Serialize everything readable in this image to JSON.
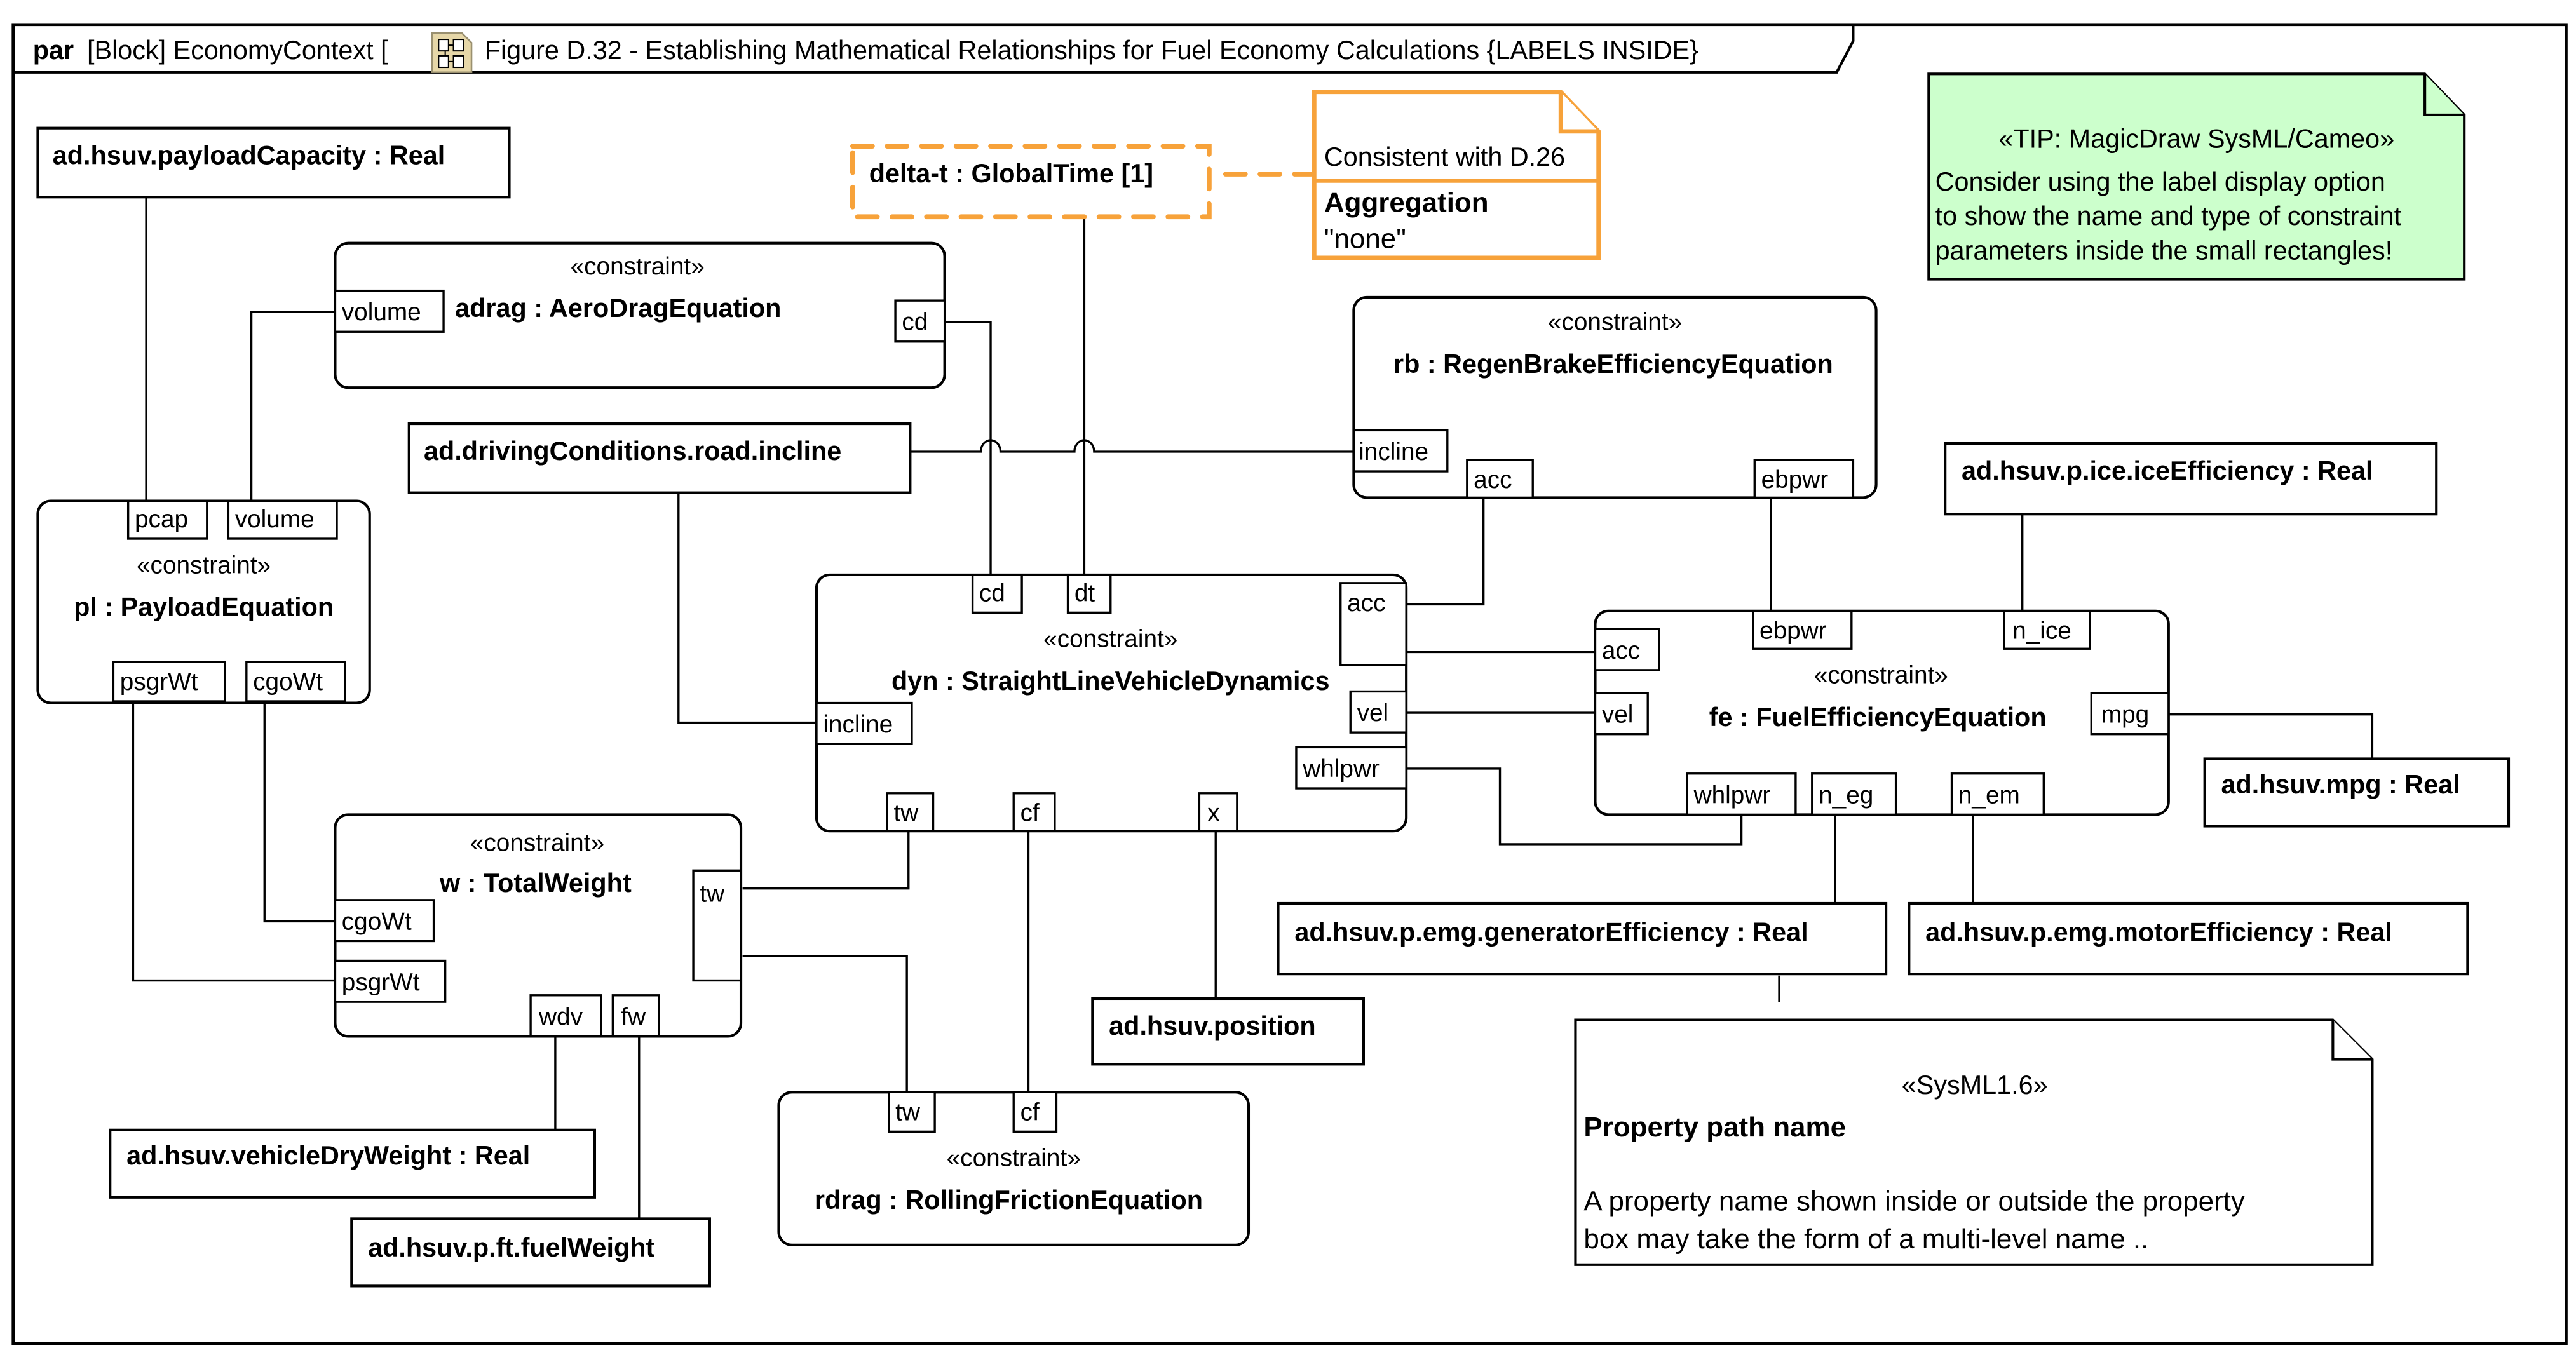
{
  "frame": {
    "kind": "par",
    "header_rest": "[Block] EconomyContext [",
    "diagram_icon": "parametric-diagram-icon",
    "title": "Figure D.32 - Establishing Mathematical Relationships for Fuel Economy Calculations {LABELS INSIDE}",
    "header_close": "]"
  },
  "colors": {
    "orange_accent": "#f7a23a",
    "tip_note_fill": "#ccffcc",
    "line": "#000000",
    "background": "#ffffff"
  },
  "stereotype_constraint": "«constraint»",
  "properties": {
    "payloadCapacity": "ad.hsuv.payloadCapacity : Real",
    "incline": "ad.drivingConditions.road.incline",
    "iceEfficiency": "ad.hsuv.p.ice.iceEfficiency : Real",
    "mpg": "ad.hsuv.mpg : Real",
    "generatorEfficiency": "ad.hsuv.p.emg.generatorEfficiency : Real",
    "motorEfficiency": "ad.hsuv.p.emg.motorEfficiency : Real",
    "position": "ad.hsuv.position",
    "vehicleDryWeight": "ad.hsuv.vehicleDryWeight : Real",
    "fuelWeight": "ad.hsuv.p.ft.fuelWeight",
    "deltaT": "delta-t : GlobalTime [1]"
  },
  "constraints": {
    "adrag": {
      "name": "adrag : AeroDragEquation",
      "params": {
        "volume": "volume",
        "cd": "cd"
      }
    },
    "rb": {
      "name": "rb : RegenBrakeEfficiencyEquation",
      "params": {
        "incline": "incline",
        "acc": "acc",
        "ebpwr": "ebpwr"
      }
    },
    "pl": {
      "name": "pl : PayloadEquation",
      "params": {
        "pcap": "pcap",
        "volume": "volume",
        "psgrWt": "psgrWt",
        "cgoWt": "cgoWt"
      }
    },
    "dyn": {
      "name": "dyn : StraightLineVehicleDynamics",
      "params": {
        "cd": "cd",
        "dt": "dt",
        "acc": "acc",
        "vel": "vel",
        "whlpwr": "whlpwr",
        "incline": "incline",
        "tw": "tw",
        "cf": "cf",
        "x": "x"
      }
    },
    "fe": {
      "name": "fe : FuelEfficiencyEquation",
      "params": {
        "ebpwr": "ebpwr",
        "n_ice": "n_ice",
        "acc": "acc",
        "vel": "vel",
        "mpg": "mpg",
        "whlpwr": "whlpwr",
        "n_eg": "n_eg",
        "n_em": "n_em"
      }
    },
    "w": {
      "name": "w : TotalWeight",
      "params": {
        "tw": "tw",
        "cgoWt": "cgoWt",
        "psgrWt": "psgrWt",
        "wdv": "wdv",
        "fw": "fw"
      }
    },
    "rdrag": {
      "name": "rdrag : RollingFrictionEquation",
      "params": {
        "tw": "tw",
        "cf": "cf"
      }
    }
  },
  "notes": {
    "consistent": {
      "header": "Consistent with D.26",
      "tag": "Aggregation",
      "value": "\"none\""
    },
    "tip": {
      "stereotype": "«TIP: MagicDraw SysML/Cameo»",
      "lines": [
        "Consider using the label display option",
        "to show the name and type of constraint",
        "parameters inside the small rectangles!"
      ]
    },
    "sysml": {
      "stereotype": "«SysML1.6»",
      "title": "Property path name",
      "lines": [
        "A property name shown inside or outside the property",
        "box may take the form of a multi-level name .."
      ]
    }
  }
}
